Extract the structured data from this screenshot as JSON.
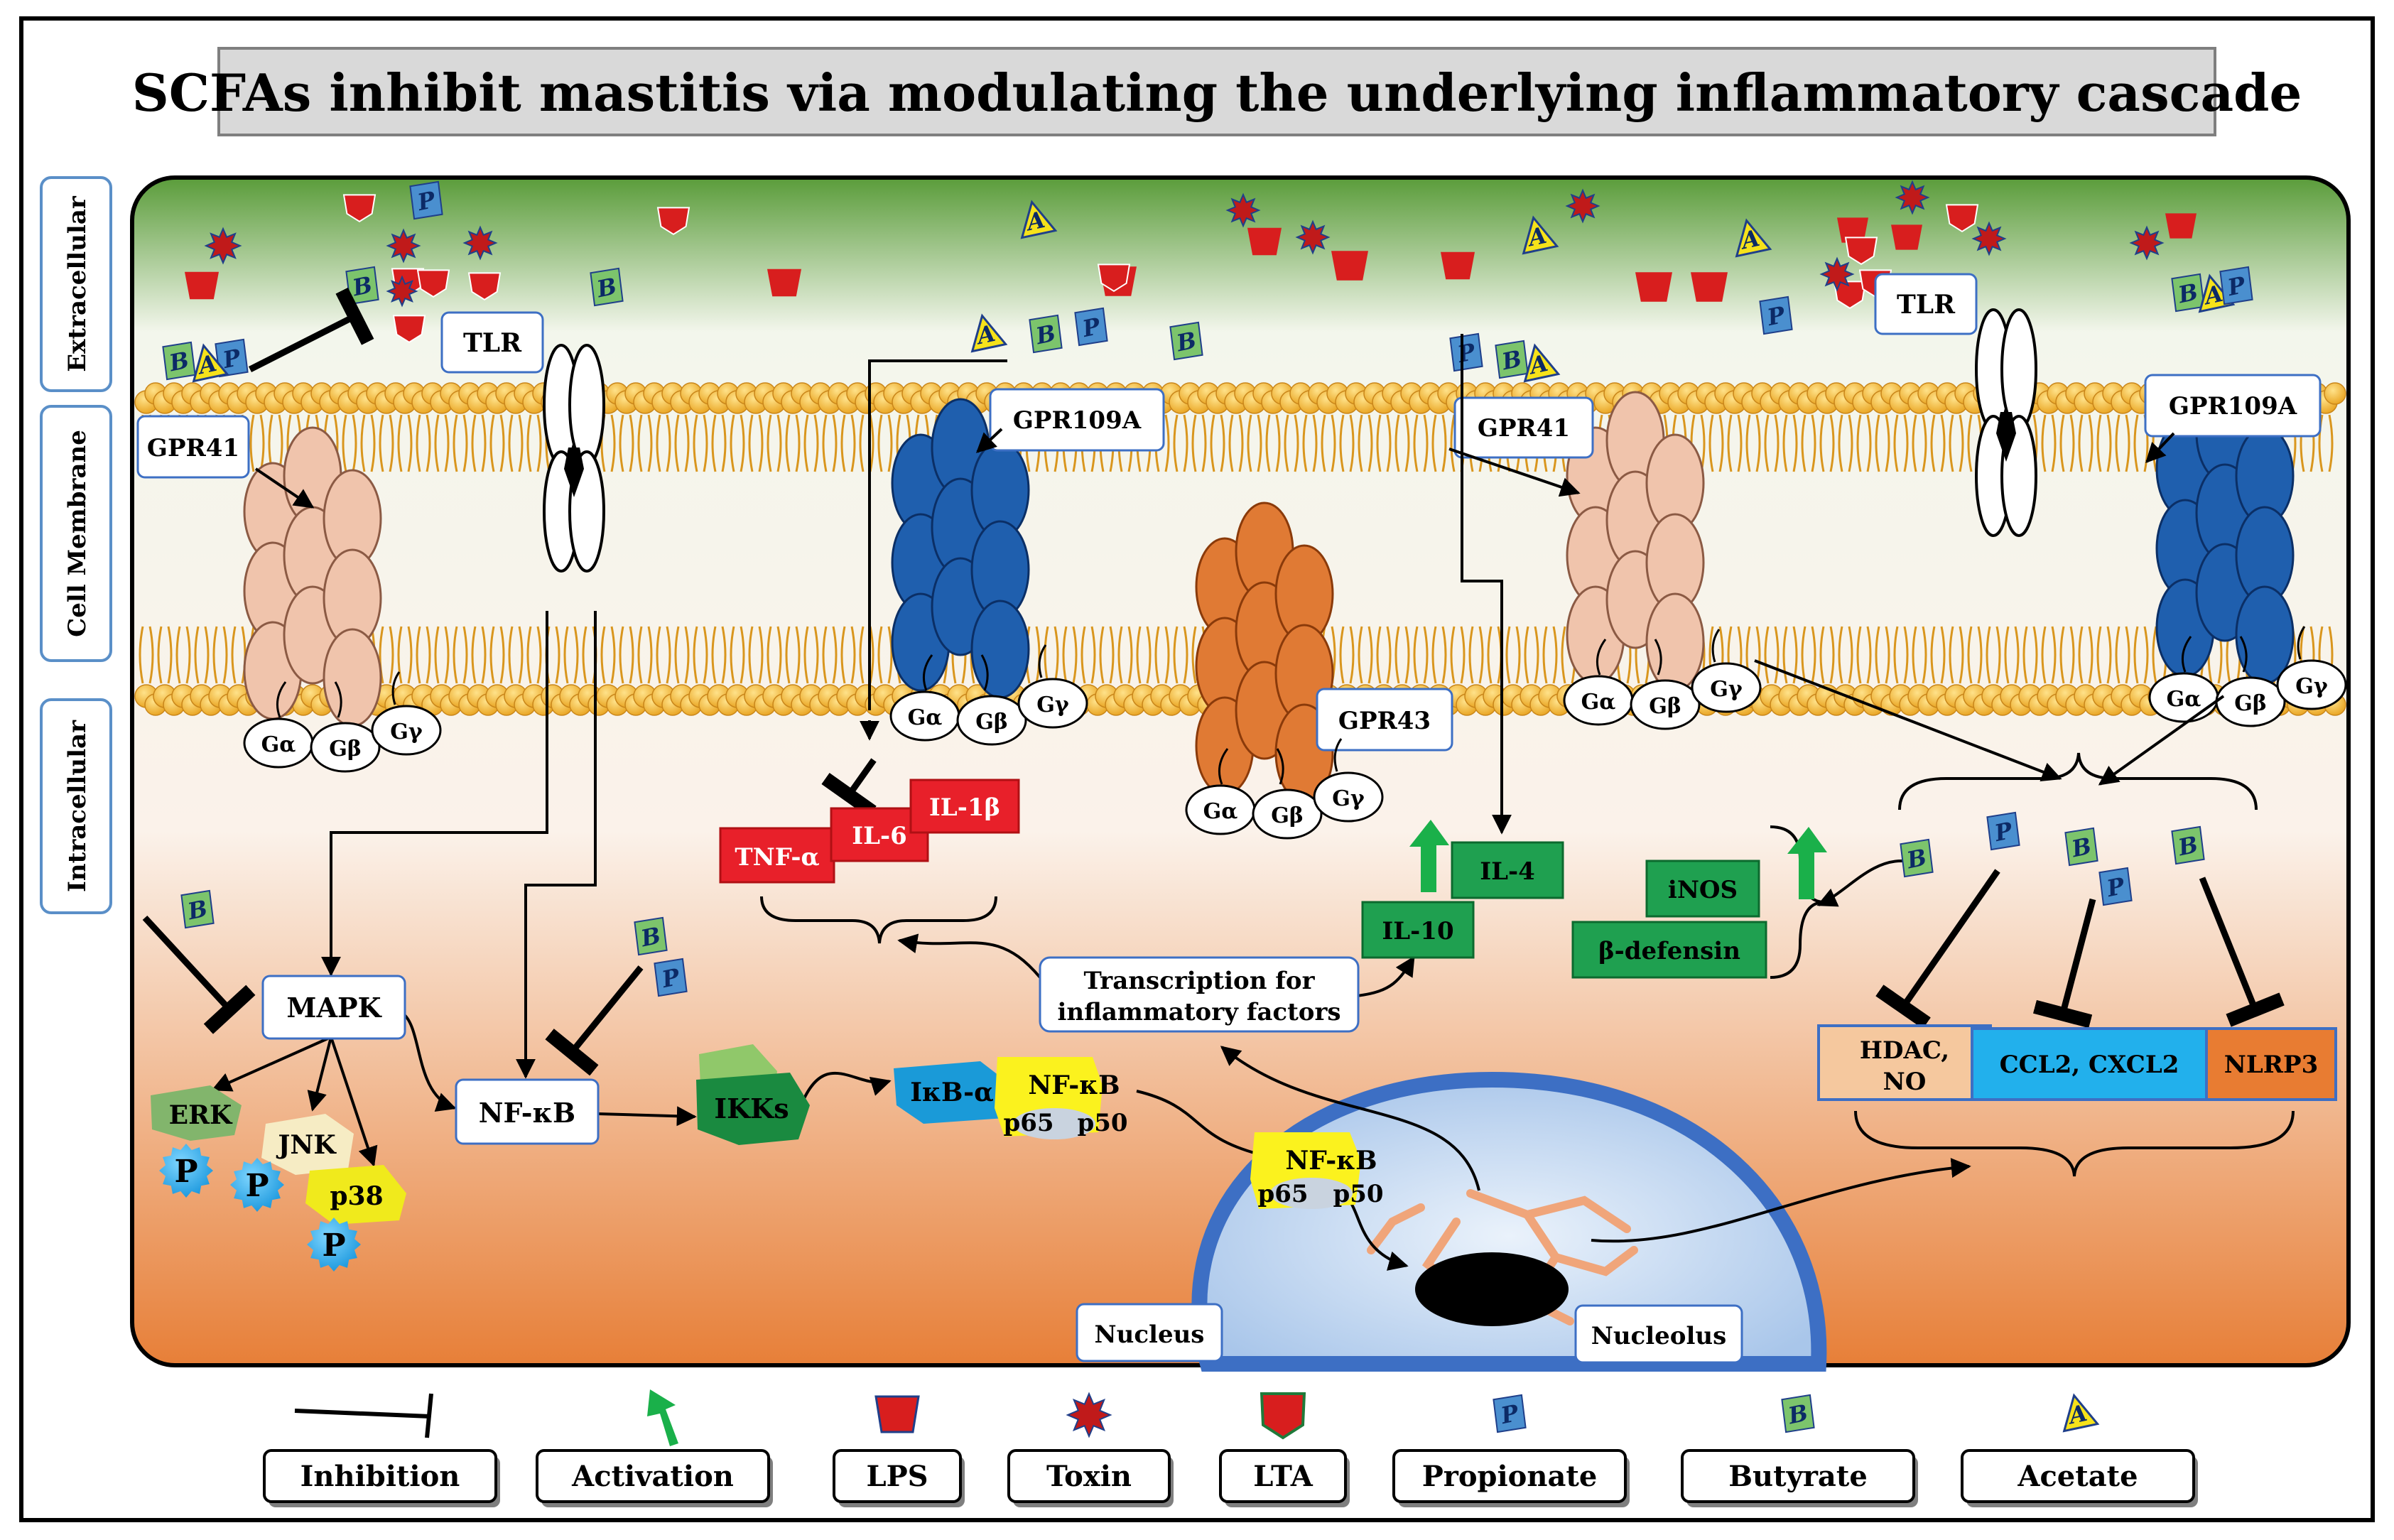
{
  "title": "SCFAs inhibit mastitis via modulating the underlying inflammatory cascade",
  "regions": {
    "extracellular": "Extracellular",
    "membrane": "Cell Membrane",
    "intracellular": "Intracellular"
  },
  "receptors": {
    "gpr41": "GPR41",
    "gpr109a": "GPR109A",
    "gpr43": "GPR43",
    "tlr": "TLR"
  },
  "gproteins": {
    "alpha": "Gα",
    "beta": "Gβ",
    "gamma": "Gγ"
  },
  "mapk": {
    "mapk": "MAPK",
    "erk": "ERK",
    "jnk": "JNK",
    "p38": "p38",
    "phospho": "P"
  },
  "nfkb": {
    "nfkb": "NF-κB",
    "ikks": "IKKs",
    "ikba": "IκB-α",
    "p65": "p65",
    "p50": "p50"
  },
  "cytokines": {
    "tnfa": "TNF-α",
    "il6": "IL-6",
    "il1b": "IL-1β",
    "il4": "IL-4",
    "il10": "IL-10",
    "inos": "iNOS",
    "bdefensin": "β-defensin"
  },
  "transcription": {
    "line1": "Transcription for",
    "line2": "inflammatory factors"
  },
  "targets": {
    "hdac_line1": "HDAC,",
    "hdac_line2": "NO",
    "ccl2": "CCL2, CXCL2",
    "nlrp3": "NLRP3"
  },
  "nucleus": {
    "nucleus": "Nucleus",
    "nucleolus": "Nucleolus"
  },
  "scfa_letters": {
    "propionate": "P",
    "butyrate": "B",
    "acetate": "A"
  },
  "legend": [
    {
      "key": "inhibition",
      "label": "Inhibition"
    },
    {
      "key": "activation",
      "label": "Activation"
    },
    {
      "key": "lps",
      "label": "LPS"
    },
    {
      "key": "toxin",
      "label": "Toxin"
    },
    {
      "key": "lta",
      "label": "LTA"
    },
    {
      "key": "propionate",
      "label": "Propionate"
    },
    {
      "key": "butyrate",
      "label": "Butyrate"
    },
    {
      "key": "acetate",
      "label": "Acetate"
    }
  ],
  "colors": {
    "extracellular_top": "#5c9e3c",
    "intracellular_bottom": "#e8823c",
    "membrane_head": "#f0b43a",
    "gpr41": "#f0c4ac",
    "gpr109a": "#1f5fae",
    "gpr43": "#e07a34",
    "pro_inflammatory": "#e8202a",
    "anti_inflammatory": "#1fa050",
    "propionate": "#4a8fcf",
    "butyrate": "#7cc46c",
    "acetate": "#f6e21a",
    "lps": "#d81e1e",
    "activation_arrow": "#1ab04a"
  }
}
